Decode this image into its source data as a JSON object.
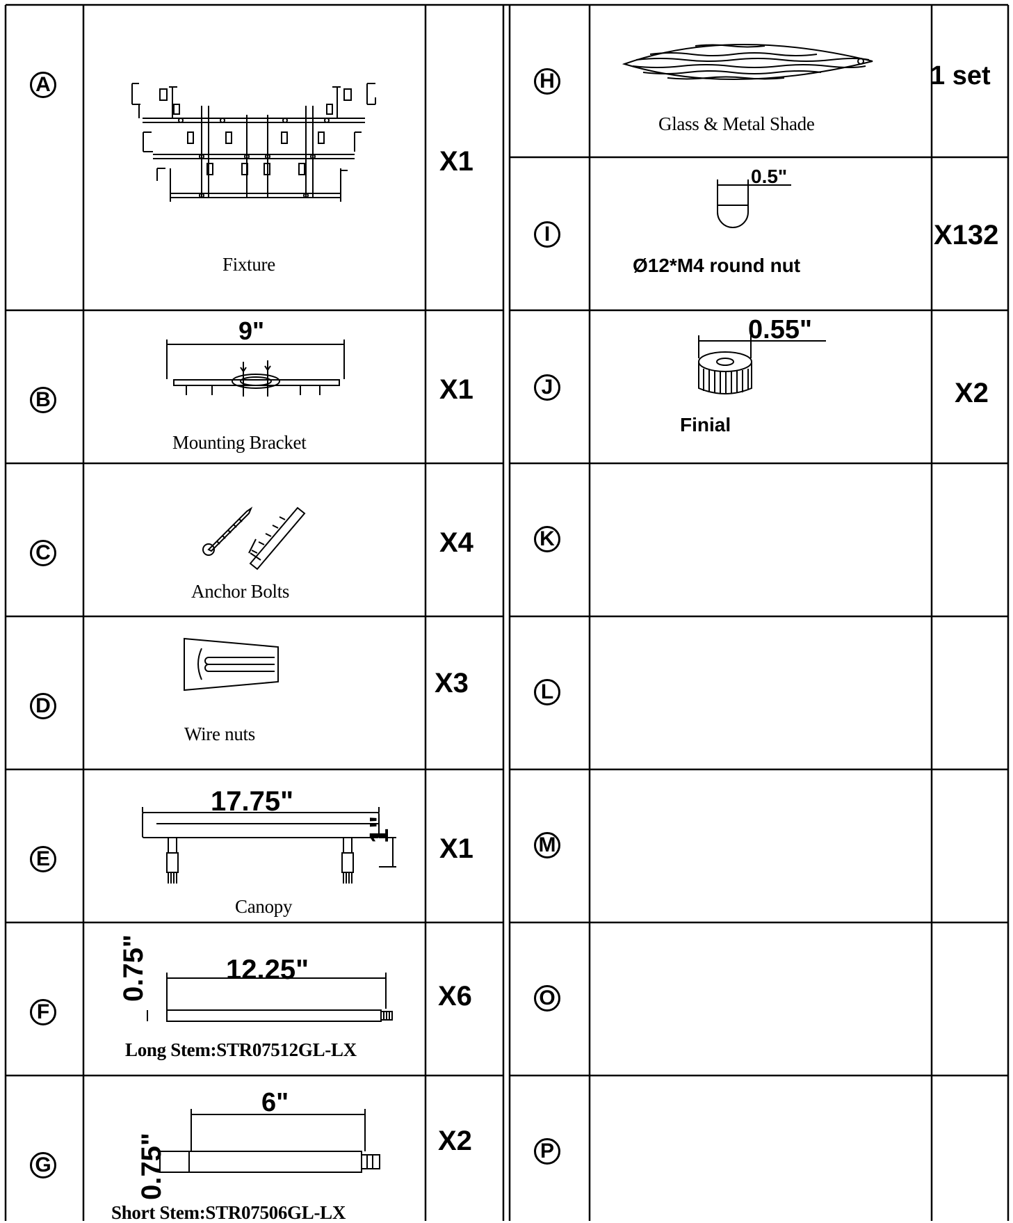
{
  "rows_left": [
    {
      "letter": "A",
      "label": "Fixture",
      "qty": "X1"
    },
    {
      "letter": "B",
      "label": "Mounting Bracket",
      "qty": "X1",
      "dimension": "9\""
    },
    {
      "letter": "C",
      "label": "Anchor Bolts",
      "qty": "X4"
    },
    {
      "letter": "D",
      "label": "Wire nuts",
      "qty": "X3"
    },
    {
      "letter": "E",
      "label": "Canopy",
      "qty": "X1",
      "dimension": "17.75\"",
      "dimension2": "1\""
    },
    {
      "letter": "F",
      "label": "Long Stem:STR07512GL-LX",
      "qty": "X6",
      "dimension": "12.25\"",
      "dimension2": "0.75\""
    },
    {
      "letter": "G",
      "label": "Short Stem:STR07506GL-LX",
      "qty": "X2",
      "dimension": "6\"",
      "dimension2": "0.75\""
    }
  ],
  "rows_right": [
    {
      "letter": "H",
      "label": "Glass & Metal Shade",
      "qty": "1 set"
    },
    {
      "letter": "I",
      "label": "Ø12*M4 round nut",
      "qty": "X132",
      "dimension": "0.5\""
    },
    {
      "letter": "J",
      "label": "Finial",
      "qty": "X2",
      "dimension": "0.55\""
    },
    {
      "letter": "K",
      "label": "",
      "qty": ""
    },
    {
      "letter": "L",
      "label": "",
      "qty": ""
    },
    {
      "letter": "M",
      "label": "",
      "qty": ""
    },
    {
      "letter": "O",
      "label": "",
      "qty": ""
    },
    {
      "letter": "P",
      "label": "",
      "qty": ""
    }
  ]
}
